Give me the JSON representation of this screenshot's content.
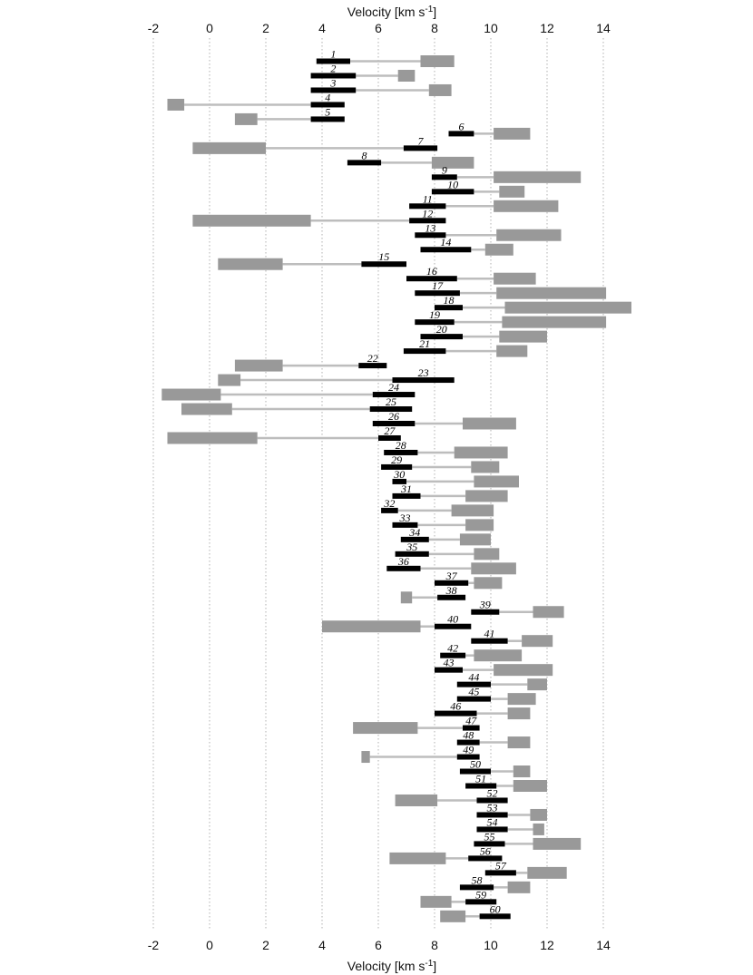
{
  "chart_data": {
    "type": "bar",
    "title": "",
    "xlabel": "Velocity [km s",
    "xlabel_sup": "-1",
    "xlabel_close": "]",
    "xlim": [
      -2.9,
      15.3
    ],
    "xticks": [
      -2,
      0,
      2,
      4,
      6,
      8,
      10,
      12,
      14
    ],
    "grid": "vertical dotted at ticks",
    "colors": {
      "primary": "#000000",
      "secondary": "#999999",
      "connector": "#bdbdbd",
      "grid": "#b0b0b0"
    },
    "rows": [
      {
        "label": "1",
        "black": [
          3.8,
          5.0
        ],
        "gray": [
          [
            7.5,
            8.7
          ]
        ]
      },
      {
        "label": "2",
        "black": [
          3.6,
          5.2
        ],
        "gray": [
          [
            6.7,
            7.3
          ]
        ]
      },
      {
        "label": "3",
        "black": [
          3.6,
          5.2
        ],
        "gray": [
          [
            7.8,
            8.6
          ]
        ]
      },
      {
        "label": "4",
        "black": [
          3.6,
          4.8
        ],
        "gray": [
          [
            -1.5,
            -0.9
          ]
        ]
      },
      {
        "label": "5",
        "black": [
          3.6,
          4.8
        ],
        "gray": [
          [
            0.9,
            1.7
          ]
        ]
      },
      {
        "label": "6",
        "black": [
          8.5,
          9.4
        ],
        "gray": [
          [
            10.1,
            11.4
          ]
        ]
      },
      {
        "label": "7",
        "black": [
          6.9,
          8.1
        ],
        "gray": [
          [
            -0.6,
            2.0
          ]
        ]
      },
      {
        "label": "8",
        "black": [
          4.9,
          6.1
        ],
        "gray": [
          [
            7.9,
            9.4
          ]
        ]
      },
      {
        "label": "9",
        "black": [
          7.9,
          8.8
        ],
        "gray": [
          [
            10.1,
            13.2
          ]
        ]
      },
      {
        "label": "10",
        "black": [
          7.9,
          9.4
        ],
        "gray": [
          [
            10.3,
            11.2
          ]
        ]
      },
      {
        "label": "11",
        "black": [
          7.1,
          8.4
        ],
        "gray": [
          [
            10.1,
            12.4
          ]
        ]
      },
      {
        "label": "12",
        "black": [
          7.1,
          8.4
        ],
        "gray": [
          [
            -0.6,
            3.6
          ]
        ]
      },
      {
        "label": "13",
        "black": [
          7.3,
          8.4
        ],
        "gray": [
          [
            10.2,
            12.5
          ]
        ]
      },
      {
        "label": "14",
        "black": [
          7.5,
          9.3
        ],
        "gray": [
          [
            9.8,
            10.8
          ]
        ]
      },
      {
        "label": "15",
        "black": [
          5.4,
          7.0
        ],
        "gray": [
          [
            0.3,
            2.6
          ]
        ]
      },
      {
        "label": "16",
        "black": [
          7.0,
          8.8
        ],
        "gray": [
          [
            10.1,
            11.6
          ]
        ]
      },
      {
        "label": "17",
        "black": [
          7.3,
          8.9
        ],
        "gray": [
          [
            10.2,
            14.1
          ]
        ]
      },
      {
        "label": "18",
        "black": [
          8.0,
          9.0
        ],
        "gray": [
          [
            10.5,
            15.0
          ]
        ]
      },
      {
        "label": "19",
        "black": [
          7.3,
          8.7
        ],
        "gray": [
          [
            10.4,
            14.1
          ]
        ]
      },
      {
        "label": "20",
        "black": [
          7.5,
          9.0
        ],
        "gray": [
          [
            10.3,
            12.0
          ]
        ]
      },
      {
        "label": "21",
        "black": [
          6.9,
          8.4
        ],
        "gray": [
          [
            10.2,
            11.3
          ]
        ]
      },
      {
        "label": "22",
        "black": [
          5.3,
          6.3
        ],
        "gray": [
          [
            0.9,
            2.6
          ]
        ]
      },
      {
        "label": "23",
        "black": [
          6.5,
          8.7
        ],
        "gray": [
          [
            0.3,
            1.1
          ]
        ]
      },
      {
        "label": "24",
        "black": [
          5.8,
          7.3
        ],
        "gray": [
          [
            -1.7,
            0.4
          ]
        ]
      },
      {
        "label": "25",
        "black": [
          5.7,
          7.2
        ],
        "gray": [
          [
            -1.0,
            0.8
          ]
        ]
      },
      {
        "label": "26",
        "black": [
          5.8,
          7.3
        ],
        "gray": [
          [
            9.0,
            10.9
          ]
        ]
      },
      {
        "label": "27",
        "black": [
          6.0,
          6.8
        ],
        "gray": [
          [
            -1.5,
            1.7
          ]
        ]
      },
      {
        "label": "28",
        "black": [
          6.2,
          7.4
        ],
        "gray": [
          [
            8.7,
            10.6
          ]
        ]
      },
      {
        "label": "29",
        "black": [
          6.1,
          7.2
        ],
        "gray": [
          [
            9.3,
            10.3
          ]
        ]
      },
      {
        "label": "30",
        "black": [
          6.5,
          7.0
        ],
        "gray": [
          [
            9.4,
            11.0
          ]
        ]
      },
      {
        "label": "31",
        "black": [
          6.5,
          7.5
        ],
        "gray": [
          [
            9.1,
            10.6
          ]
        ]
      },
      {
        "label": "32",
        "black": [
          6.1,
          6.7
        ],
        "gray": [
          [
            8.6,
            10.1
          ]
        ]
      },
      {
        "label": "33",
        "black": [
          6.5,
          7.4
        ],
        "gray": [
          [
            9.1,
            10.1
          ]
        ]
      },
      {
        "label": "34",
        "black": [
          6.8,
          7.8
        ],
        "gray": [
          [
            8.9,
            10.0
          ]
        ]
      },
      {
        "label": "35",
        "black": [
          6.6,
          7.8
        ],
        "gray": [
          [
            9.4,
            10.3
          ]
        ]
      },
      {
        "label": "36",
        "black": [
          6.3,
          7.5
        ],
        "gray": [
          [
            9.3,
            10.9
          ]
        ]
      },
      {
        "label": "37",
        "black": [
          8.0,
          9.2
        ],
        "gray": [
          [
            9.4,
            10.4
          ]
        ]
      },
      {
        "label": "38",
        "black": [
          8.1,
          9.1
        ],
        "gray": [
          [
            6.8,
            7.2
          ]
        ]
      },
      {
        "label": "39",
        "black": [
          9.3,
          10.3
        ],
        "gray": [
          [
            11.5,
            12.6
          ]
        ]
      },
      {
        "label": "40",
        "black": [
          8.0,
          9.3
        ],
        "gray": [
          [
            4.0,
            7.5
          ]
        ]
      },
      {
        "label": "41",
        "black": [
          9.3,
          10.6
        ],
        "gray": [
          [
            11.1,
            12.2
          ]
        ]
      },
      {
        "label": "42",
        "black": [
          8.2,
          9.1
        ],
        "gray": [
          [
            9.4,
            11.1
          ]
        ]
      },
      {
        "label": "43",
        "black": [
          8.0,
          9.0
        ],
        "gray": [
          [
            10.1,
            12.2
          ]
        ]
      },
      {
        "label": "44",
        "black": [
          8.8,
          10.0
        ],
        "gray": [
          [
            11.3,
            12.0
          ]
        ]
      },
      {
        "label": "45",
        "black": [
          8.8,
          10.0
        ],
        "gray": [
          [
            10.6,
            11.6
          ]
        ]
      },
      {
        "label": "46",
        "black": [
          8.0,
          9.5
        ],
        "gray": [
          [
            10.6,
            11.4
          ]
        ]
      },
      {
        "label": "47",
        "black": [
          9.0,
          9.6
        ],
        "gray": [
          [
            5.1,
            7.4
          ]
        ]
      },
      {
        "label": "48",
        "black": [
          8.8,
          9.6
        ],
        "gray": [
          [
            10.6,
            11.4
          ]
        ]
      },
      {
        "label": "49",
        "black": [
          8.8,
          9.6
        ],
        "gray": [
          [
            5.4,
            5.7
          ]
        ]
      },
      {
        "label": "50",
        "black": [
          8.9,
          10.0
        ],
        "gray": [
          [
            10.8,
            11.4
          ]
        ]
      },
      {
        "label": "51",
        "black": [
          9.1,
          10.2
        ],
        "gray": [
          [
            10.8,
            12.0
          ]
        ]
      },
      {
        "label": "52",
        "black": [
          9.5,
          10.6
        ],
        "gray": [
          [
            6.6,
            8.1
          ]
        ]
      },
      {
        "label": "53",
        "black": [
          9.5,
          10.6
        ],
        "gray": [
          [
            11.4,
            12.0
          ]
        ]
      },
      {
        "label": "54",
        "black": [
          9.5,
          10.6
        ],
        "gray": [
          [
            11.5,
            11.9
          ]
        ]
      },
      {
        "label": "55",
        "black": [
          9.4,
          10.5
        ],
        "gray": [
          [
            11.5,
            13.2
          ]
        ]
      },
      {
        "label": "56",
        "black": [
          9.2,
          10.4
        ],
        "gray": [
          [
            6.4,
            8.4
          ]
        ]
      },
      {
        "label": "57",
        "black": [
          9.8,
          10.9
        ],
        "gray": [
          [
            11.3,
            12.7
          ]
        ]
      },
      {
        "label": "58",
        "black": [
          8.9,
          10.1
        ],
        "gray": [
          [
            10.6,
            11.4
          ]
        ]
      },
      {
        "label": "59",
        "black": [
          9.1,
          10.2
        ],
        "gray": [
          [
            7.5,
            8.6
          ]
        ]
      },
      {
        "label": "60",
        "black": [
          9.6,
          10.7
        ],
        "gray": [
          [
            8.2,
            9.1
          ]
        ]
      }
    ]
  }
}
